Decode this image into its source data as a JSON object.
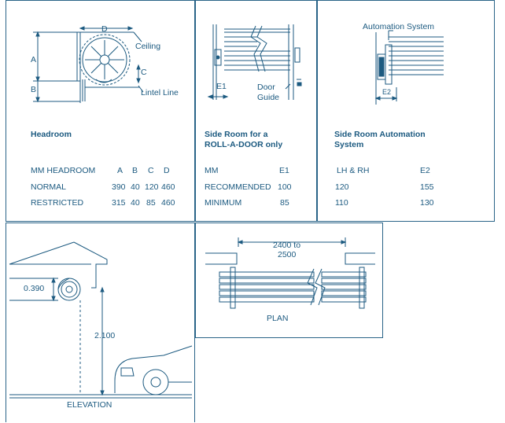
{
  "headroom": {
    "labels": {
      "D": "D",
      "A": "A",
      "B": "B",
      "C": "C",
      "ceiling": "Ceiling",
      "lintel": "Lintel Line"
    },
    "title": "Headroom",
    "table": {
      "header": [
        "MM HEADROOM",
        "A",
        "B",
        "C",
        "D"
      ],
      "rows": [
        [
          "NORMAL",
          "390",
          "40",
          "120",
          "460"
        ],
        [
          "RESTRICTED",
          "315",
          "40",
          "85",
          "460"
        ]
      ]
    }
  },
  "side_room": {
    "labels": {
      "e1": "E1",
      "door_guide_1": "Door",
      "door_guide_2": "Guide"
    },
    "title_line1": "Side Room for a",
    "title_line2": "ROLL-A-DOOR only",
    "table": {
      "header": [
        "MM",
        "E1"
      ],
      "rows": [
        [
          "RECOMMENDED",
          "100"
        ],
        [
          "MINIMUM",
          "85"
        ]
      ]
    }
  },
  "automation": {
    "labels": {
      "automation_system": "Automation System",
      "e2": "E2"
    },
    "title_line1": "Side Room Automation",
    "title_line2": "System",
    "table": {
      "header": [
        "LH & RH",
        "E2"
      ],
      "rows": [
        [
          "120",
          "155"
        ],
        [
          "110",
          "130"
        ]
      ]
    }
  },
  "elevation": {
    "dim_top": "0.390",
    "dim_height": "2.100",
    "caption": "ELEVATION"
  },
  "plan": {
    "dim_line1": "2400 to",
    "dim_line2": "2500",
    "caption": "PLAN"
  }
}
